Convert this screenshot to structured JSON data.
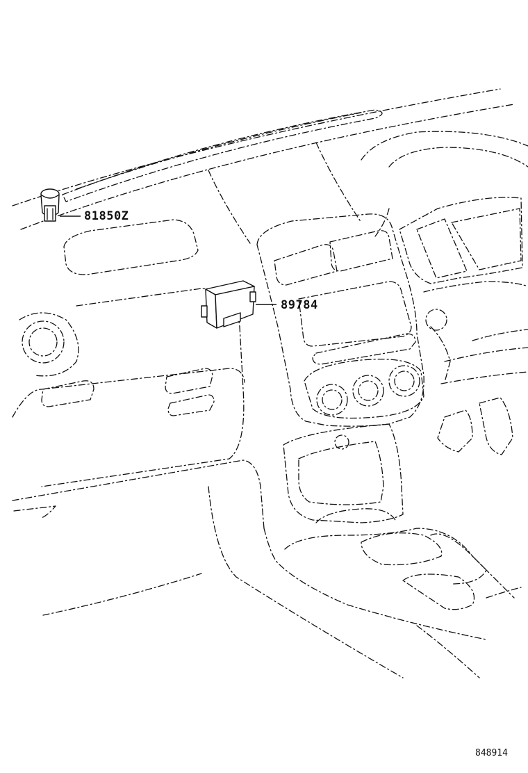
{
  "callouts": {
    "sensor_part_number": "81850Z",
    "module_part_number": "89784"
  },
  "illustration_id": "848914",
  "icons": {
    "dashboard": "dashboard-outline-icon",
    "sensor": "solar-sensor-icon",
    "module": "control-module-icon"
  }
}
